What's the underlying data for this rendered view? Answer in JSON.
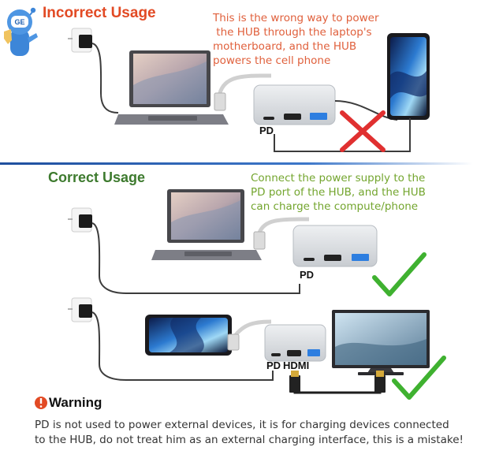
{
  "incorrect": {
    "title": "Incorrect Usage",
    "note_lines": [
      "This is the wrong way to power",
      " the HUB through the laptop's",
      "motherboard, and the HUB",
      "powers the cell phone"
    ],
    "pd_label": "PD"
  },
  "correct": {
    "title": "Correct Usage",
    "note_lines": [
      "Connect the power supply to the",
      "PD port of the HUB, and the HUB",
      "can charge the compute/phone"
    ],
    "pd_label_1": "PD",
    "pd_label_2": "PD",
    "hdmi_label": "HDMI"
  },
  "warning": {
    "title": "Warning",
    "lines": [
      "PD is not used to power external devices, it is for charging devices connected",
      "to the HUB, do not treat him as an external charging interface, this is a mistake!"
    ]
  },
  "colors": {
    "incorrect_red": "#e24a24",
    "correct_green": "#3d7a2e",
    "cross_red": "#e03030",
    "check_green": "#3fb130",
    "divider_blue": "#1f4f9e"
  },
  "icons": [
    "mascot-icon",
    "wall-charger-icon",
    "laptop-icon",
    "usb-hub-icon",
    "phone-icon",
    "tv-monitor-icon",
    "cross-icon",
    "check-icon",
    "warning-icon"
  ]
}
